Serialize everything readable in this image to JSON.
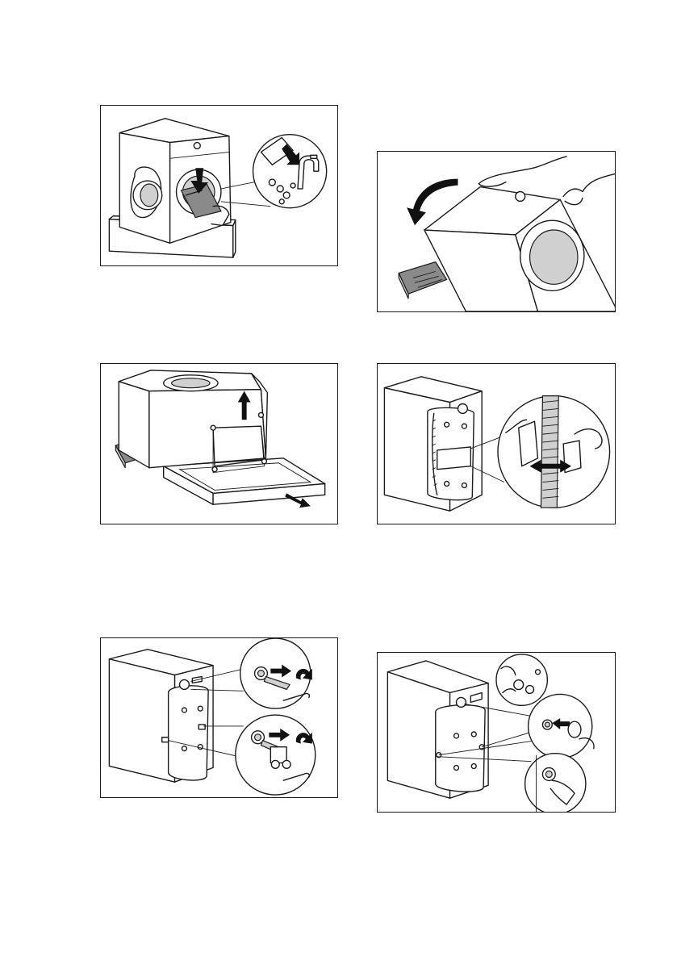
{
  "page": {
    "background": "#ffffff",
    "line_color": "#1a1a1a",
    "panel_count": 6
  },
  "panels": [
    {
      "id": "remove-polystyrene-block-and-accessories",
      "icons": [
        "washer-open-door",
        "polystyrene-block",
        "hoses-and-caps-detail"
      ]
    },
    {
      "id": "tilt-machine-backwards",
      "icons": [
        "tilt-arrow-icon",
        "polystyrene-block",
        "hands"
      ]
    },
    {
      "id": "lift-off-packaging-base",
      "icons": [
        "up-arrow-icon",
        "down-right-arrow-icon"
      ]
    },
    {
      "id": "remove-hose-holder",
      "icons": [
        "hose-detail",
        "double-arrow-icon"
      ]
    },
    {
      "id": "unscrew-transit-bolts",
      "icons": [
        "bolt-detail",
        "spanner-icon",
        "rotate-arrow-icon"
      ]
    },
    {
      "id": "insert-plastic-caps",
      "icons": [
        "caps-detail",
        "left-arrow-icon",
        "finger-press"
      ]
    }
  ]
}
